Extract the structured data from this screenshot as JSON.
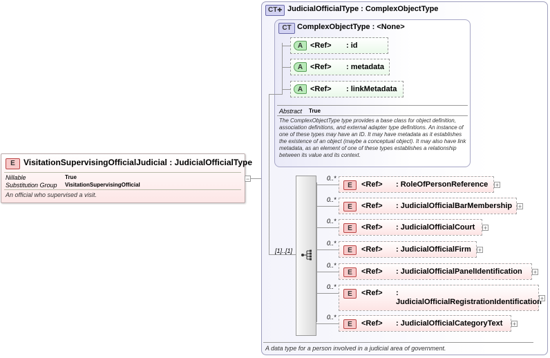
{
  "element": {
    "badge": "E",
    "name": "VisitationSupervisingOfficialJudicial",
    "type": ": JudicialOfficialType",
    "props": [
      {
        "label": "Nillable",
        "value": "True"
      },
      {
        "label": "Substitution Group",
        "value": "VisitationSupervisingOfficial"
      }
    ],
    "description": "An official who supervised a visit.",
    "collapse": "−"
  },
  "outer_type": {
    "badge": "CT",
    "title": "JudicialOfficialType : ComplexObjectType",
    "description": "A data type for a person involved in a judicial area of government."
  },
  "inner_type": {
    "badge": "CT",
    "title": "ComplexObjectType : <None>",
    "attributes": [
      {
        "badge": "A",
        "ref": "<Ref>",
        "name": ": id"
      },
      {
        "badge": "A",
        "ref": "<Ref>",
        "name": ": metadata"
      },
      {
        "badge": "A",
        "ref": "<Ref>",
        "name": ": linkMetadata"
      }
    ],
    "abstract_label": "Abstract",
    "abstract_value": "True",
    "description": "The ComplexObjectType type provides a base class for object definition, association definitions, and external adapter type definitions. An instance of one of these types may have an ID. It may have metadata as it establishes the existence of an object (maybe a conceptual object). It may also have link metadata, as an element of one of these types establishes a relationship between its value and its context."
  },
  "sequence": {
    "occurrence": "[1]..[1]"
  },
  "children": [
    {
      "badge": "E",
      "occ": "0..*",
      "ref": "<Ref>",
      "name": ": RoleOfPersonReference",
      "expand": "+"
    },
    {
      "badge": "E",
      "occ": "0..*",
      "ref": "<Ref>",
      "name": ": JudicialOfficialBarMembership",
      "expand": "+"
    },
    {
      "badge": "E",
      "occ": "0..*",
      "ref": "<Ref>",
      "name": ": JudicialOfficialCourt",
      "expand": "+"
    },
    {
      "badge": "E",
      "occ": "0..*",
      "ref": "<Ref>",
      "name": ": JudicialOfficialFirm",
      "expand": "+"
    },
    {
      "badge": "E",
      "occ": "0..*",
      "ref": "<Ref>",
      "name": ": JudicialOfficialPanelIdentification",
      "expand": "+"
    },
    {
      "badge": "E",
      "occ": "0..*",
      "ref": "<Ref>",
      "name": ": JudicialOfficialRegistrationIdentification",
      "expand": "+"
    },
    {
      "badge": "E",
      "occ": "0..*",
      "ref": "<Ref>",
      "name": ": JudicialOfficialCategoryText",
      "expand": "+"
    }
  ]
}
